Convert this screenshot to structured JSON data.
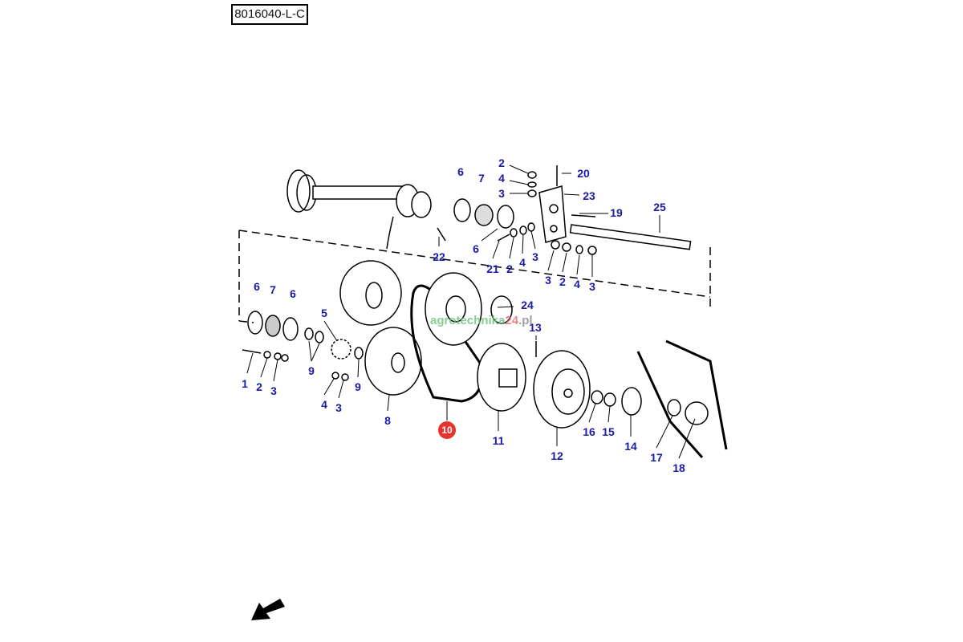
{
  "diagram_code": "8016040-L-C",
  "watermark": {
    "part1": "agrotechnika",
    "part2": "24",
    "part3": ".pl"
  },
  "highlighted_part": "10",
  "colors": {
    "label": "#1a1aa8",
    "highlight": "#e8322c"
  },
  "labels": [
    "2",
    "4",
    "3",
    "20",
    "23",
    "6",
    "7",
    "19",
    "25",
    "6",
    "22",
    "21",
    "2",
    "4",
    "3",
    "3",
    "2",
    "4",
    "3",
    "6",
    "7",
    "6",
    "5",
    "24",
    "13",
    "1",
    "2",
    "3",
    "9",
    "9",
    "4",
    "3",
    "8",
    "11",
    "12",
    "16",
    "15",
    "14",
    "17",
    "18"
  ]
}
